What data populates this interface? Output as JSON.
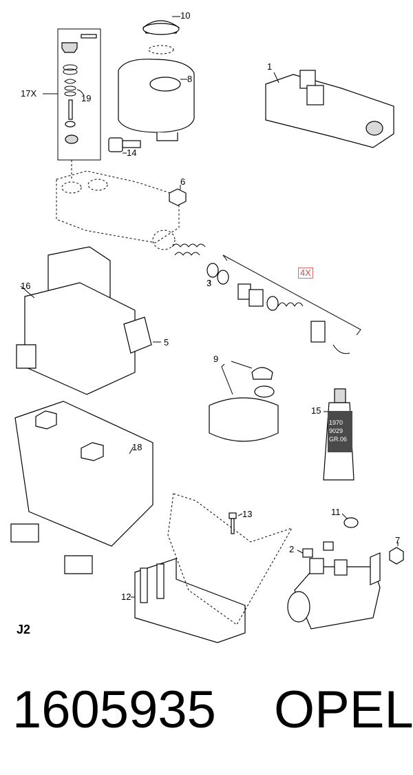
{
  "callouts": {
    "c1": "1",
    "c2": "2",
    "c3": "3",
    "c4x": "4X",
    "c5": "5",
    "c6": "6",
    "c7": "7",
    "c8": "8",
    "c9": "9",
    "c10": "10",
    "c11": "11",
    "c12": "12",
    "c13": "13",
    "c14": "14",
    "c15": "15",
    "c16": "16",
    "c17x": "17X",
    "c18": "18",
    "c19": "19"
  },
  "tube_label": {
    "line1": "1970",
    "line2": "9029",
    "line3": "GR.06"
  },
  "page_code": "J2",
  "part_number": "1605935",
  "brand": "OPEL",
  "colors": {
    "highlight": "#e06a6a"
  }
}
